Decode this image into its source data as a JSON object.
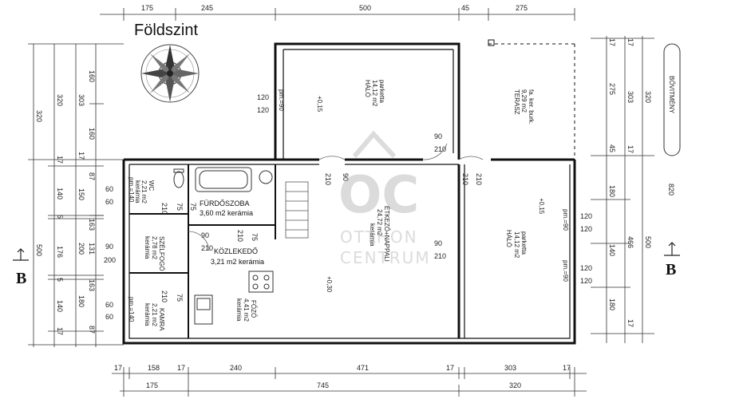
{
  "title": "Földszint",
  "section_label": "B",
  "extension_label": "BŐVITMÉNY",
  "watermark": {
    "logo": "OC",
    "line1": "OTTHON",
    "line2": "CENTRUM"
  },
  "dims_top": [
    "175",
    "245",
    "500",
    "45",
    "275"
  ],
  "dims_bottom_1": [
    "17",
    "158",
    "17",
    "240",
    "471",
    "17",
    "303",
    "17"
  ],
  "dims_bottom_2": [
    "175",
    "745",
    "320"
  ],
  "dims_left_outer": [
    "320",
    "500"
  ],
  "dims_left_2": [
    "320",
    "17",
    "140",
    "5",
    "176",
    "5",
    "140",
    "17"
  ],
  "dims_left_3": [
    "303",
    "17",
    "150",
    "200",
    "180"
  ],
  "dims_left_4": [
    "160",
    "160",
    "87",
    "163",
    "131",
    "163",
    "87"
  ],
  "dims_right_1": [
    "275",
    "45",
    "180",
    "466",
    "180"
  ],
  "dims_right_2": [
    "303",
    "17",
    "140",
    "17"
  ],
  "dims_right_3": [
    "320",
    "820",
    "500"
  ],
  "dims_small_top": [
    "17",
    "17"
  ],
  "rooms": {
    "halo_top": {
      "name": "HÁLÓ",
      "area": "14,12 m2",
      "floor": "parketta",
      "level": "+0,15",
      "pm": "pm.=90"
    },
    "terasz": {
      "name": "TERASZ",
      "area": "9,29 m2",
      "floor": "fa. ker. burk."
    },
    "wc": {
      "name": "WC",
      "area": "2,21 m2",
      "floor": "kerámia",
      "pm": "pm.=140"
    },
    "furdoszoba": {
      "name": "FÜRDŐSZOBA",
      "area": "3,60 m2 kerámia"
    },
    "szelfogo": {
      "name": "SZÉLFOGÓ",
      "area": "2,78 m2",
      "floor": "kerámia"
    },
    "kozlekedo": {
      "name": "KÖZLEKEDŐ",
      "area": "3,21 m2 kerámia"
    },
    "etkezo": {
      "name": "ÉTKEZŐ+NAPPALI",
      "area": "24,72 m2",
      "floor": "kerámia"
    },
    "halo_right": {
      "name": "HÁLÓ",
      "area": "14,12 m2",
      "floor": "parketta",
      "level": "+0,15",
      "pm1": "pm.=90",
      "pm2": "pm.=90"
    },
    "kamra": {
      "name": "KAMRA",
      "area": "2,21 m2",
      "floor": "kerámia",
      "pm": "pm.=140"
    },
    "fozo": {
      "name": "FŐZŐ",
      "area": "4,41 m2",
      "floor": "kerámia"
    },
    "level_main": "+0,30"
  },
  "openings": {
    "w120a": "120",
    "w120b": "120",
    "d90a": "90",
    "d210a": "210",
    "d210b": "210",
    "d90b": "90",
    "d210c": "210",
    "d210d": "210",
    "w60a": "60",
    "w60b": "60",
    "d210wc": "210",
    "d75wc": "75",
    "d75bath": "75",
    "d90c": "90",
    "d210e": "210",
    "d75c": "75",
    "d210f": "210",
    "d90d": "90",
    "d210g": "210",
    "w90": "90",
    "w200": "200",
    "w60c": "60",
    "w60d": "60",
    "d210k": "210",
    "d75k": "75",
    "w120c": "120",
    "w120d": "120",
    "w120e": "120",
    "w120f": "120",
    "w90r": "90"
  }
}
